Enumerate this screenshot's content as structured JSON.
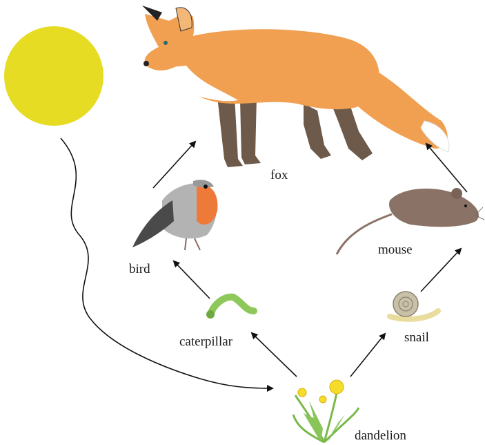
{
  "labels": {
    "fox": "fox",
    "bird": "bird",
    "mouse": "mouse",
    "caterpillar": "caterpillar",
    "snail": "snail",
    "dandelion": "dandelion"
  },
  "icons": [
    "sun",
    "fox",
    "bird",
    "mouse",
    "caterpillar",
    "snail",
    "dandelion"
  ],
  "colors": {
    "sun": "#e6dc24",
    "fox_body": "#f0a050",
    "fox_legs": "#6e5a4a",
    "robin_breast": "#ee7a3a",
    "caterpillar": "#8ec85a",
    "arrow": "#111111"
  }
}
